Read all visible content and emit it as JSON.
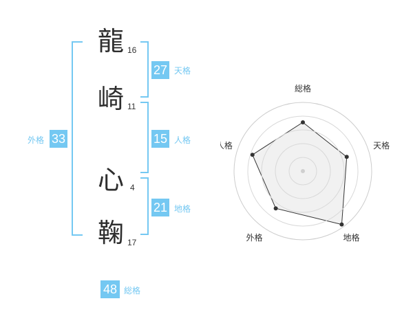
{
  "name": {
    "chars": [
      {
        "char": "龍",
        "strokes": "16"
      },
      {
        "char": "崎",
        "strokes": "11"
      },
      {
        "char": "心",
        "strokes": "4"
      },
      {
        "char": "鞠",
        "strokes": "17"
      }
    ]
  },
  "grid": {
    "tenkaku": {
      "value": "27",
      "label": "天格"
    },
    "jinkaku": {
      "value": "15",
      "label": "人格"
    },
    "chikaku": {
      "value": "21",
      "label": "地格"
    },
    "gaikaku": {
      "value": "33",
      "label": "外格"
    },
    "soukaku": {
      "value": "48",
      "label": "総格"
    }
  },
  "colors": {
    "accent": "#74c8f2",
    "text": "#333333",
    "radar_fill": "#eeeeee",
    "grid": "#cccccc"
  },
  "chart_data": {
    "type": "radar",
    "axes": [
      "総格",
      "天格",
      "地格",
      "外格",
      "人格"
    ],
    "values": [
      0.71,
      0.67,
      0.96,
      0.67,
      0.77
    ],
    "rings": 5
  }
}
